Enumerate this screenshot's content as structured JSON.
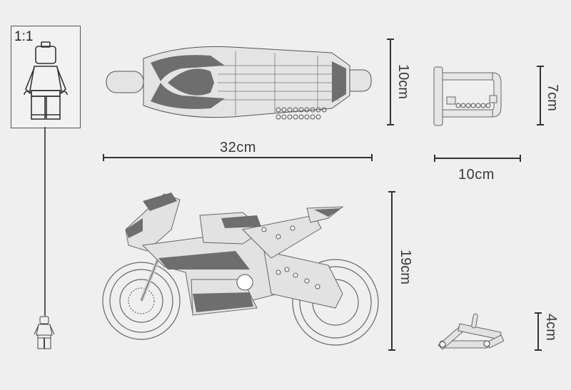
{
  "scale_reference": {
    "ratio_label": "1:1",
    "figure": "minifigure-icon"
  },
  "views": {
    "top_view": {
      "name": "motorcycle-top-view",
      "width_label": "32cm",
      "height_label": "10cm"
    },
    "front_view": {
      "name": "motorcycle-front-view",
      "width_label": "10cm",
      "height_label": "7cm"
    },
    "side_view": {
      "name": "motorcycle-side-view",
      "height_label": "19cm"
    },
    "stand_view": {
      "name": "display-stand-view",
      "height_label": "4cm"
    }
  },
  "colors": {
    "background": "#efefef",
    "line": "#333333",
    "fill_dark": "#6e6e6e",
    "fill_light": "#dcdcdc"
  }
}
